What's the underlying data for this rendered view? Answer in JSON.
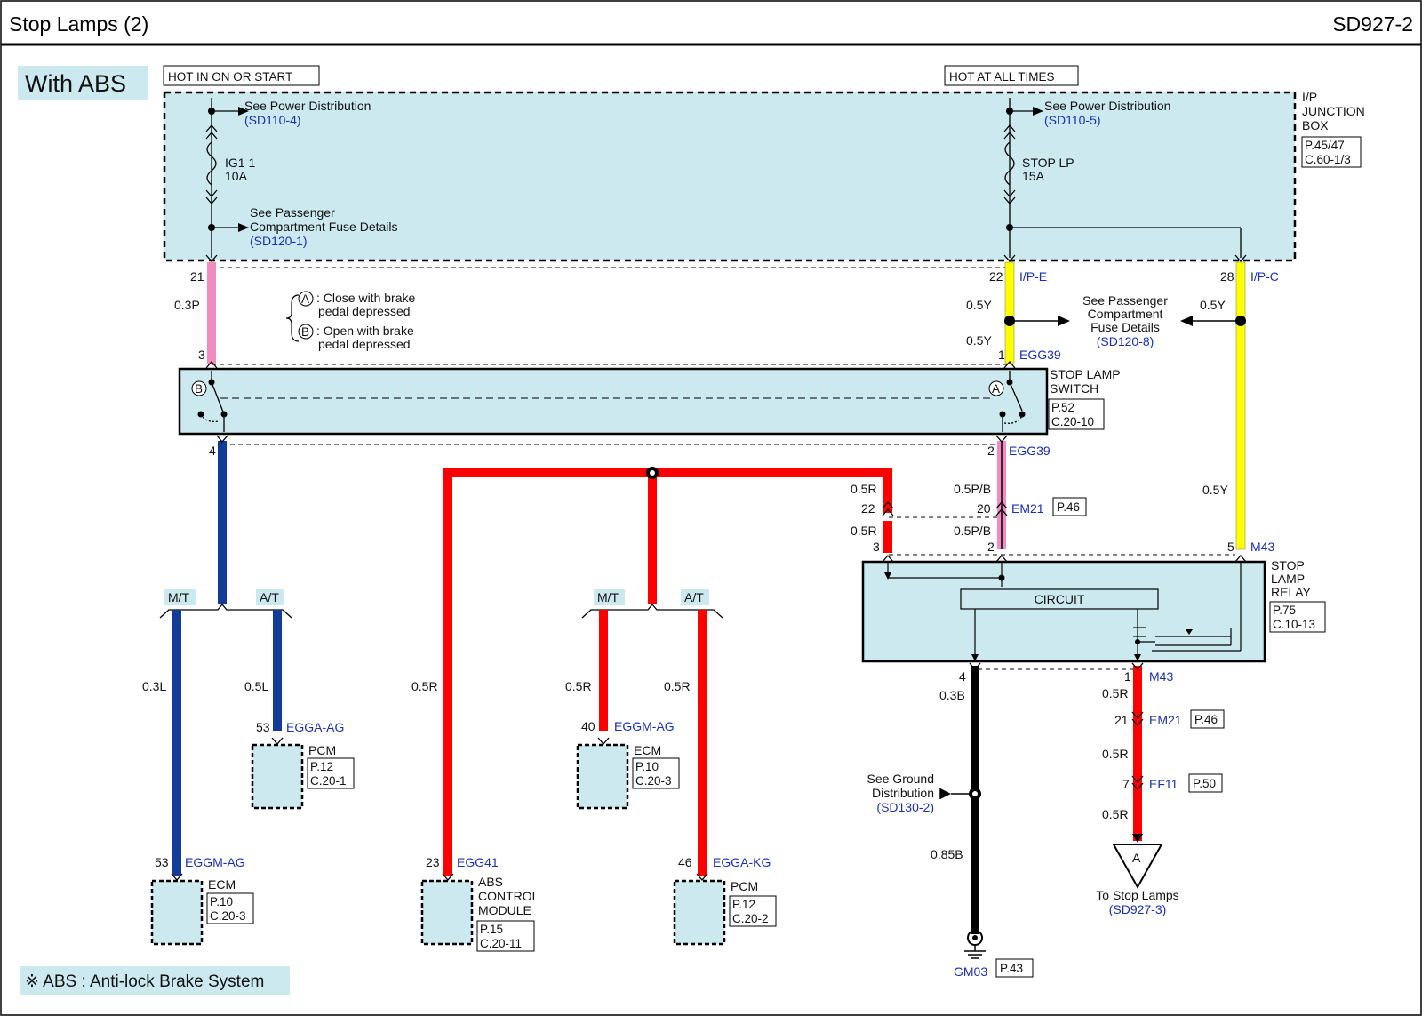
{
  "header": {
    "title": "Stop Lamps (2)",
    "code": "SD927-2"
  },
  "variant_label": "With ABS",
  "footnote": "※ ABS : Anti-lock Brake System",
  "power_labels": {
    "left": "HOT IN ON OR START",
    "right": "HOT AT ALL TIMES"
  },
  "ip_junction_box": {
    "l1": "I/P",
    "l2": "JUNCTION",
    "l3": "BOX",
    "ref1": "P.45/47",
    "ref2": "C.60-1/3"
  },
  "see_power_left": {
    "text": "See Power Distribution",
    "ref": "(SD110-4)"
  },
  "see_power_right": {
    "text": "See Power Distribution",
    "ref": "(SD110-5)"
  },
  "fuse_left": {
    "name": "IG1 1",
    "rating": "10A"
  },
  "fuse_right": {
    "name": "STOP LP",
    "rating": "15A"
  },
  "see_pass_comp_left": {
    "l1": "See Passenger",
    "l2": "Compartment Fuse Details",
    "ref": "(SD120-1)"
  },
  "see_pass_comp_right": {
    "l1": "See Passenger",
    "l2": "Compartment",
    "l3": "Fuse Details",
    "ref": "(SD120-8)"
  },
  "legend": {
    "a_sym": "A",
    "a_l1": ": Close with brake",
    "a_l2": "pedal depressed",
    "b_sym": "B",
    "b_l1": ": Open with brake",
    "b_l2": "pedal depressed"
  },
  "pins": {
    "p21": "21",
    "p3": "3",
    "p4": "4",
    "p22": "22",
    "p1": "1",
    "p2": "2",
    "p28": "28",
    "p20": "20",
    "em21_22": "22",
    "em21_3": "3",
    "em21_2": "2",
    "m43_5": "5",
    "relay_4": "4",
    "relay_1": "1",
    "em21b_21": "21",
    "ef11_7": "7",
    "p53_pcm": "53",
    "p40": "40",
    "p53_ecm": "53",
    "p23": "23",
    "p46": "46"
  },
  "wires": {
    "w_03P": "0.3P",
    "w_05Y_a": "0.5Y",
    "w_05Y_b": "0.5Y",
    "w_05Y_c": "0.5Y",
    "w_05Y_d": "0.5Y",
    "w_05PB_a": "0.5P/B",
    "w_05PB_b": "0.5P/B",
    "w_05R_a": "0.5R",
    "w_05R_b": "0.5R",
    "w_03L": "0.3L",
    "w_05L": "0.5L",
    "w_05R_abs": "0.5R",
    "w_05R_mt": "0.5R",
    "w_05R_at": "0.5R",
    "w_03B": "0.3B",
    "w_085B": "0.85B",
    "w_05R_r1": "0.5R",
    "w_05R_r2": "0.5R",
    "w_05R_r3": "0.5R"
  },
  "connectors": {
    "ipe": "I/P-E",
    "ipc": "I/P-C",
    "egg39_top": "EGG39",
    "egg39_bot": "EGG39",
    "em21": "EM21",
    "em21_ref": "P.46",
    "m43_top": "M43",
    "m43_bot": "M43",
    "em21b": "EM21",
    "em21b_ref": "P.46",
    "ef11": "EF11",
    "ef11_ref": "P.50",
    "egga_ag": "EGGA-AG",
    "eggm_ag_ecm": "EGGM-AG",
    "eggm_ag": "EGGM-AG",
    "egg41": "EGG41",
    "egga_kg": "EGGA-KG"
  },
  "stop_lamp_switch": {
    "l1": "STOP LAMP",
    "l2": "SWITCH",
    "ref1": "P.52",
    "ref2": "C.20-10",
    "sym_b": "B",
    "sym_a": "A"
  },
  "stop_lamp_relay": {
    "l1": "STOP",
    "l2": "LAMP",
    "l3": "RELAY",
    "ref1": "P.75",
    "ref2": "C.10-13",
    "circuit": "CIRCUIT"
  },
  "splits": {
    "mt1": "M/T",
    "at1": "A/T",
    "mt2": "M/T",
    "at2": "A/T"
  },
  "modules": {
    "pcm1": {
      "name": "PCM",
      "ref1": "P.12",
      "ref2": "C.20-1"
    },
    "ecm1": {
      "name": "ECM",
      "ref1": "P.10",
      "ref2": "C.20-3"
    },
    "ecm2": {
      "name": "ECM",
      "ref1": "P.10",
      "ref2": "C.20-3"
    },
    "abs": {
      "l1": "ABS",
      "l2": "CONTROL",
      "l3": "MODULE",
      "ref1": "P.15",
      "ref2": "C.20-11"
    },
    "pcm2": {
      "name": "PCM",
      "ref1": "P.12",
      "ref2": "C.20-2"
    }
  },
  "ground": {
    "l1": "See Ground",
    "l2": "Distribution",
    "ref": "(SD130-2)",
    "gnd": "GM03",
    "gnd_ref": "P.43"
  },
  "to_stop": {
    "sym": "A",
    "l1": "To Stop Lamps",
    "ref": "(SD927-3)"
  },
  "colors": {
    "pink": "#f08cc0",
    "yellow": "#ffff00",
    "red": "#ff0000",
    "blue": "#123c96",
    "black": "#000000",
    "box_fill": "#cce9f0",
    "ref_blue": "#1a2fb8"
  }
}
